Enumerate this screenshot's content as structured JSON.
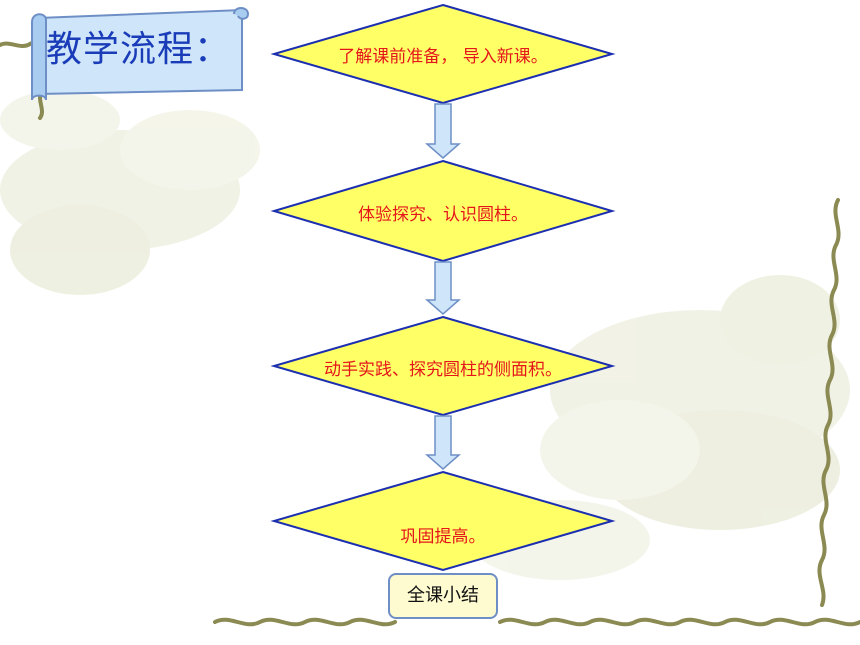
{
  "slide": {
    "title": "教学流程："
  },
  "flow": {
    "steps": [
      {
        "label": "了解课前准备， 导入新课。"
      },
      {
        "label": "体验探究、认识圆柱。"
      },
      {
        "label": "动手实践、探究圆柱的侧面积。"
      },
      {
        "label": "巩固提高。"
      }
    ],
    "summary": {
      "label": "全课小结"
    }
  },
  "colors": {
    "diamond_fill": "#ffff66",
    "diamond_stroke": "#1b2fb0",
    "step_text": "#e4161a",
    "title_text": "#1a3cb8",
    "scroll_fill": "#cfe6fa",
    "arrow_fill": "#cfe6fa",
    "arrow_stroke": "#6e8fc6",
    "summary_fill": "#fefbd0"
  }
}
